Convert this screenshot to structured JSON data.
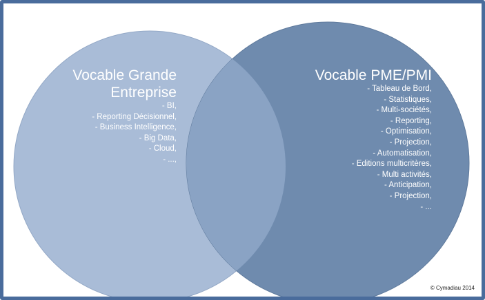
{
  "left_set": {
    "title": [
      "Vocable Grande",
      "Entreprise"
    ],
    "items": [
      "- BI,",
      "- Reporting Décisionnel,",
      "- Business Intelligence,",
      "- Big Data,",
      "- Cloud,",
      "- ...,"
    ],
    "color": "#a9bcd7"
  },
  "right_set": {
    "title": [
      "Vocable PME/PMI"
    ],
    "items": [
      "- Tableau de Bord,",
      "- Statistiques,",
      "- Multi-sociétés,",
      "- Reporting,",
      "- Optimisation,",
      "- Projection,",
      "- Automatisation,",
      "- Editions multicritères,",
      "- Multi activités,",
      "- Anticipation,",
      "- Projection,",
      "- ..."
    ],
    "color": "#6f8bae"
  },
  "overlap_color": "#8aa3c4",
  "border_color": "#4a6c9c",
  "copyright": "© Cymadiau 2014"
}
